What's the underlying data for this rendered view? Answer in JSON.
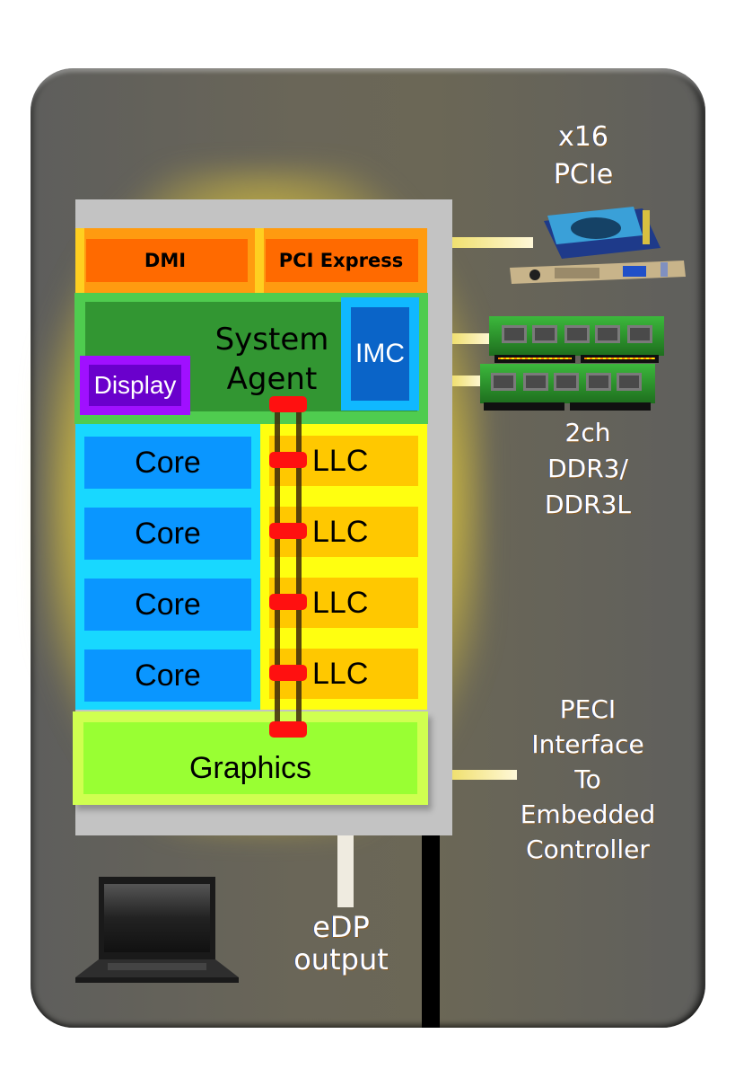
{
  "diagram": {
    "title": "Processor block diagram",
    "chip": {
      "blocks": {
        "dmi": "DMI",
        "pci_express": "PCI Express",
        "system_agent": [
          "System",
          "Agent"
        ],
        "imc": "IMC",
        "display": "Display",
        "graphics": "Graphics"
      },
      "cores": [
        "Core",
        "Core",
        "Core",
        "Core"
      ],
      "llc": [
        "LLC",
        "LLC",
        "LLC",
        "LLC"
      ]
    },
    "external": {
      "pcie": [
        "x16",
        "PCIe"
      ],
      "memory": [
        "2ch",
        "DDR3/",
        "DDR3L"
      ],
      "peci": [
        "PECI",
        "Interface",
        "To",
        "Embedded",
        "Controller"
      ],
      "edp": [
        "eDP",
        "output"
      ]
    },
    "colors": {
      "panel": "#5e5e5c",
      "io_block": "#ff6a00",
      "system_agent": "#329632",
      "imc": "#0a64c8",
      "display": "#6a00cc",
      "core": "#0a96ff",
      "llc": "#ffc800",
      "graphics": "#99ff33",
      "ring_stop": "#ff1010"
    }
  }
}
